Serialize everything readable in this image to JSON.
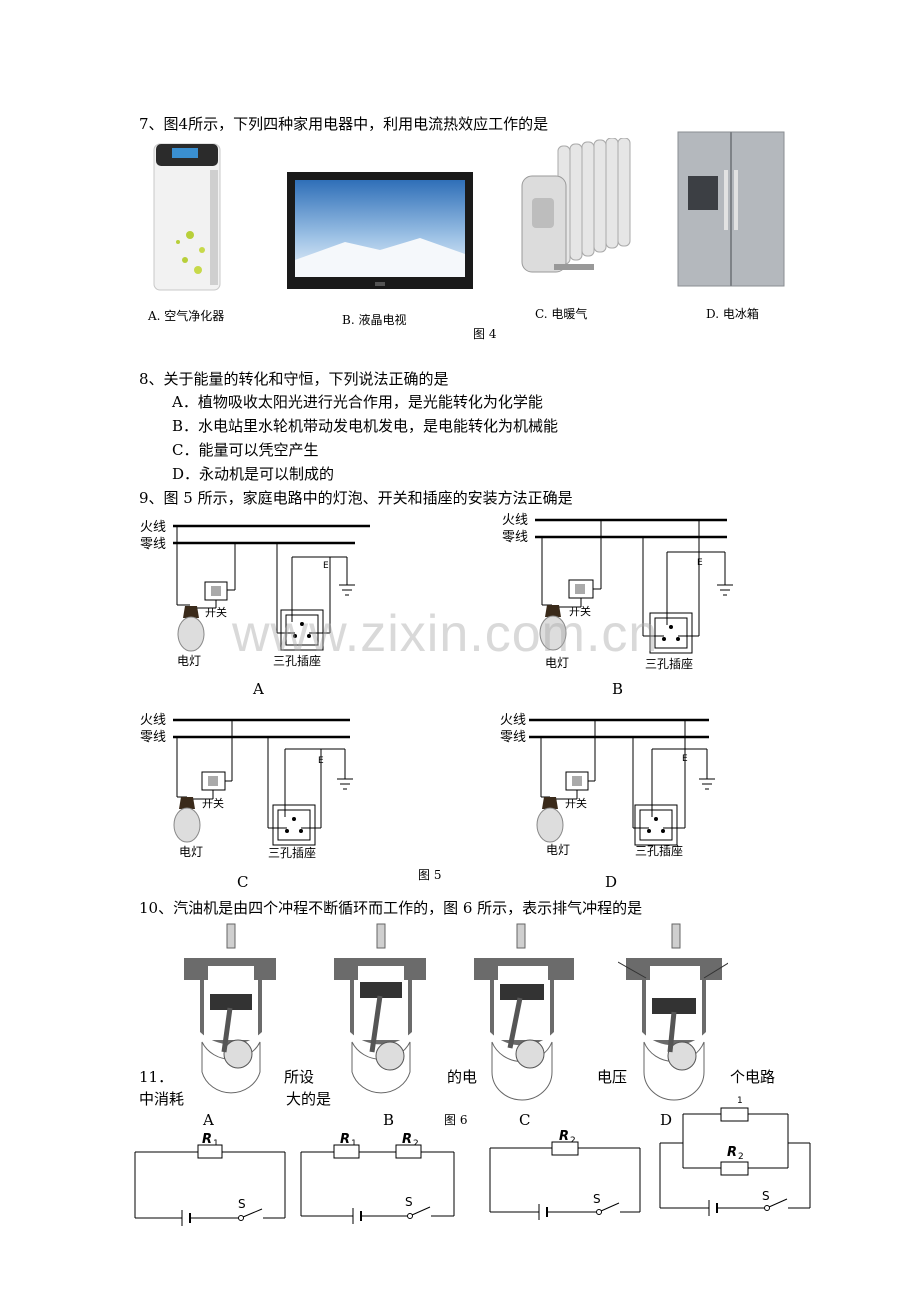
{
  "q7": {
    "text": "7、图4所示，下列四种家用电器中，利用电流热效应工作的是",
    "options": [
      "A.  空气净化器",
      "B.  液晶电视",
      "C.  电暖气",
      "D.  电冰箱"
    ],
    "figure": "图 4"
  },
  "q8": {
    "text": "8、关于能量的转化和守恒，下列说法正确的是",
    "options": [
      "A．植物吸收太阳光进行光合作用，是光能转化为化学能",
      "B．水电站里水轮机带动发电机发电，是电能转化为机械能",
      "C．能量可以凭空产生",
      "D．永动机是可以制成的"
    ]
  },
  "q9": {
    "text": "9、图 5 所示，家庭电路中的灯泡、开关和插座的安装方法正确是",
    "live": "火线",
    "neutral": "零线",
    "switch": "开关",
    "lamp": "电灯",
    "socket": "三孔插座",
    "earth": "E",
    "letters": [
      "A",
      "B",
      "C",
      "D"
    ],
    "figure": "图 5"
  },
  "q10": {
    "text": "10、汽油机是由四个冲程不断循环而工作的，图 6 所示，表示排气冲程的是",
    "letters": [
      "A",
      "B",
      "C",
      "D"
    ],
    "figure": "图 6"
  },
  "q11": {
    "part1": "11．",
    "part2": "所设",
    "part3": "的电",
    "part4": "电压",
    "part5": "个电路",
    "line2a": "中消耗",
    "line2b": "大的是",
    "r1": "R",
    "r2": "R",
    "sub1": "1",
    "sub2": "2",
    "s": "S"
  },
  "watermark": "www.zixin.com.cn"
}
